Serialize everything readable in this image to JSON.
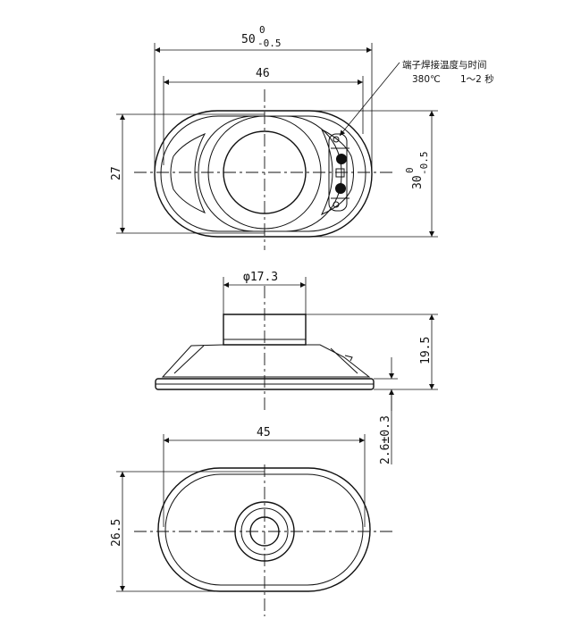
{
  "top_view": {
    "width_dim": {
      "main": "50",
      "upper_tol": "0",
      "lower_tol": "-0.5"
    },
    "inner_width_dim": "46",
    "height_dim": "27",
    "right_dim": {
      "main": "30",
      "upper_tol": "0",
      "lower_tol": "-0.5"
    }
  },
  "solder_note": {
    "line1": "端子焊接温度与时间",
    "temp": "380℃",
    "time": "1～2 秒"
  },
  "side_view": {
    "magnet_dim": "φ17.3",
    "height_dim": "19.5",
    "flange_dim": "2.6±0.3"
  },
  "bottom_view": {
    "width_dim": "45",
    "height_dim": "26.5"
  }
}
